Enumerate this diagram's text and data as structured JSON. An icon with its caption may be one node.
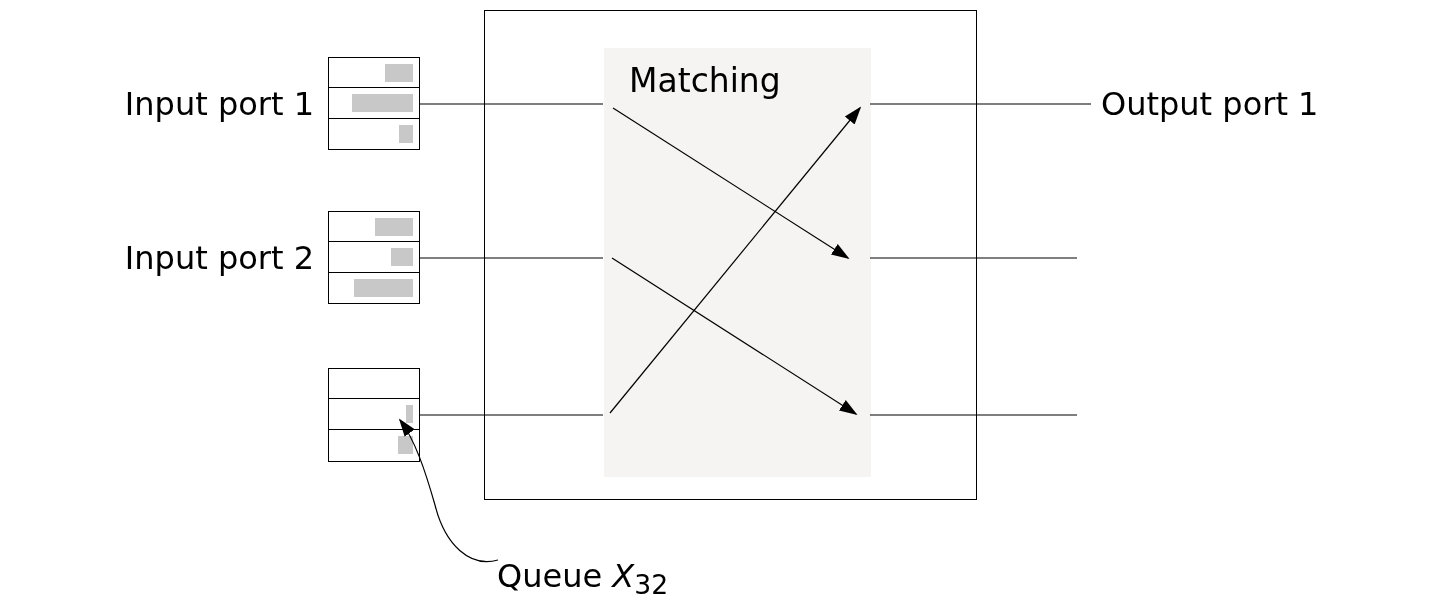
{
  "diagram": {
    "nodes": [
      {
        "text": [],
        "shape": "box"
      },
      {
        "text": [
          "Matching"
        ],
        "in": 0
      },
      {
        "text": [],
        "shape": "box",
        "beside": [
          "Input port 1"
        ]
      },
      {
        "text": [],
        "shape": "box",
        "in": 2
      },
      {
        "text": [],
        "shape": "box",
        "in": 2
      },
      {
        "text": [],
        "shape": "box",
        "in": 2
      },
      {
        "text": [],
        "shape": "box",
        "beside": [
          "Input port 2"
        ]
      },
      {
        "text": [],
        "shape": "box",
        "in": 6
      },
      {
        "text": [],
        "shape": "box",
        "in": 6
      },
      {
        "text": [],
        "shape": "box",
        "in": 6
      },
      {
        "text": [],
        "shape": "box"
      },
      {
        "text": [],
        "shape": "box",
        "in": 10
      },
      {
        "text": [],
        "shape": "box",
        "in": 10
      },
      {
        "text": [],
        "shape": "box",
        "in": 10
      },
      {
        "text": [
          "Output port 1"
        ]
      },
      {
        "text": [
          "Queue *X*$_{32}$"
        ]
      }
    ],
    "edges": [
      {
        "from": 2,
        "to": 1,
        "arrow": "none"
      },
      {
        "from": 6,
        "to": 1,
        "arrow": "none"
      },
      {
        "from": 10,
        "to": 1,
        "arrow": "none"
      },
      {
        "from": 1,
        "to": 14,
        "arrow": "none"
      },
      {
        "from": 1,
        "to": null,
        "arrow": "none"
      },
      {
        "from": 1,
        "to": null,
        "arrow": "none"
      },
      {
        "from": 15,
        "to": 12,
        "arrow": "to"
      }
    ]
  }
}
